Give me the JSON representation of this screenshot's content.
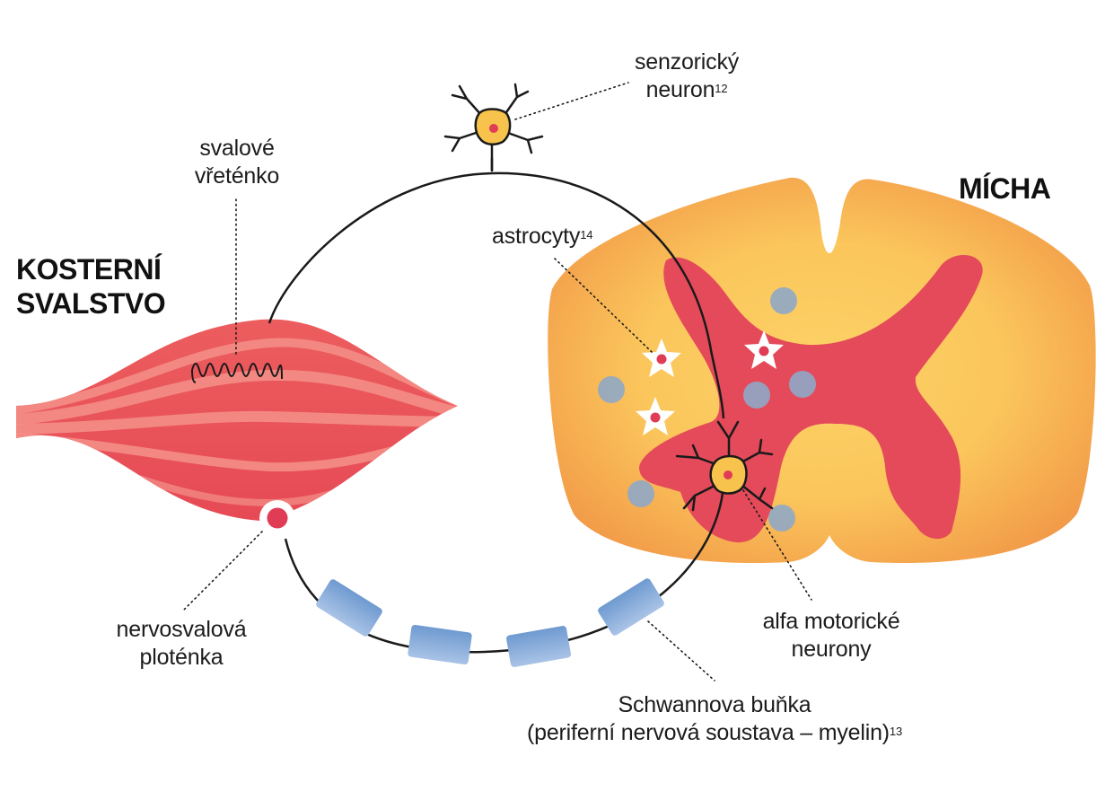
{
  "labels": {
    "skeletal_muscle": [
      "KOSTERNÍ",
      "SVALSTVO"
    ],
    "spinal_cord": "MÍCHA",
    "muscle_spindle": [
      "svalové",
      "vřeténko"
    ],
    "sensory_neuron": [
      "senzorický",
      "neuron"
    ],
    "sensory_neuron_ref": "12",
    "astrocytes": "astrocyty",
    "astrocytes_ref": "14",
    "nmj": [
      "nervosvalová",
      "ploténka"
    ],
    "alpha_motor": [
      "alfa motorické",
      "neurony"
    ],
    "schwann": [
      "Schwannova buňka",
      "(periferní nervová soustava – myelin)"
    ],
    "schwann_ref": "13"
  },
  "colors": {
    "muscle": "#e8505b",
    "muscle_light": "#f28b86",
    "cord_outer": "#f4a64a",
    "cord_inner": "#fcd266",
    "gray_matter": "#e44a5a",
    "schwann": "#7aa4d4",
    "glia": "#8fa9c6",
    "neuron_body": "#f7c34d",
    "nucleus": "#e03c56",
    "line": "#1a1a1a"
  }
}
